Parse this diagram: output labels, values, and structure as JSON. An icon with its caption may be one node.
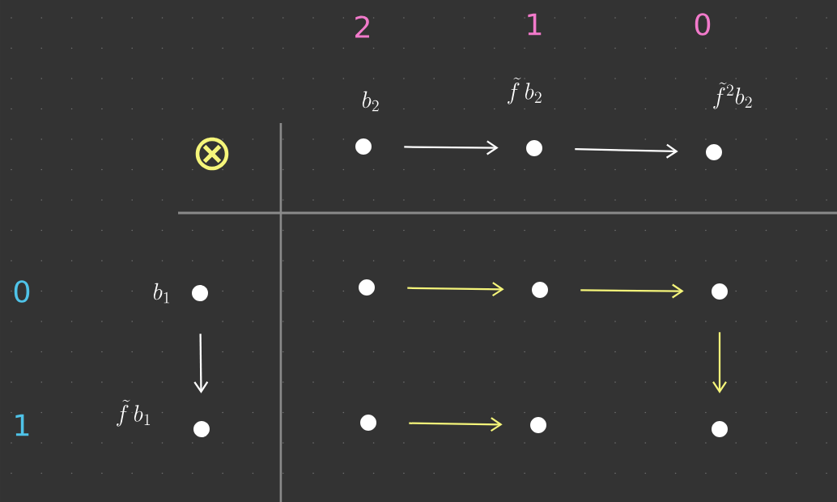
{
  "diagram": {
    "nodes": [
      {
        "text": [],
        "shape": "circle",
        "beside": [
          "b_2"
        ]
      },
      {
        "text": [],
        "shape": "circle",
        "beside": [
          "\\tilde{f}\\, b_2"
        ]
      },
      {
        "text": [],
        "shape": "circle",
        "beside": [
          "\\tilde{f}^2 b_2"
        ]
      },
      {
        "text": [],
        "shape": "circle",
        "beside": [
          "b_1"
        ]
      },
      {
        "text": [],
        "shape": "circle",
        "beside": [
          "\\tilde{f}\\, b_1"
        ]
      },
      {
        "text": [],
        "shape": "circle"
      },
      {
        "text": [],
        "shape": "circle"
      },
      {
        "text": [],
        "shape": "circle"
      },
      {
        "text": [],
        "shape": "circle"
      },
      {
        "text": [],
        "shape": "circle"
      },
      {
        "text": [],
        "shape": "circle"
      }
    ],
    "edges": [
      {
        "from": 0,
        "to": 1,
        "arrow": "to",
        "color": "#ffffff"
      },
      {
        "from": 1,
        "to": 2,
        "arrow": "to",
        "color": "#ffffff"
      },
      {
        "from": 3,
        "to": 4,
        "arrow": "to",
        "color": "#ffffff"
      },
      {
        "from": 5,
        "to": 6,
        "arrow": "to"
      },
      {
        "from": 6,
        "to": 7,
        "arrow": "to"
      },
      {
        "from": 7,
        "to": 10,
        "arrow": "to"
      },
      {
        "from": 8,
        "to": 9,
        "arrow": "to"
      }
    ],
    "labels": [
      "2",
      "1",
      "0",
      "⊗",
      "0",
      "1"
    ]
  }
}
